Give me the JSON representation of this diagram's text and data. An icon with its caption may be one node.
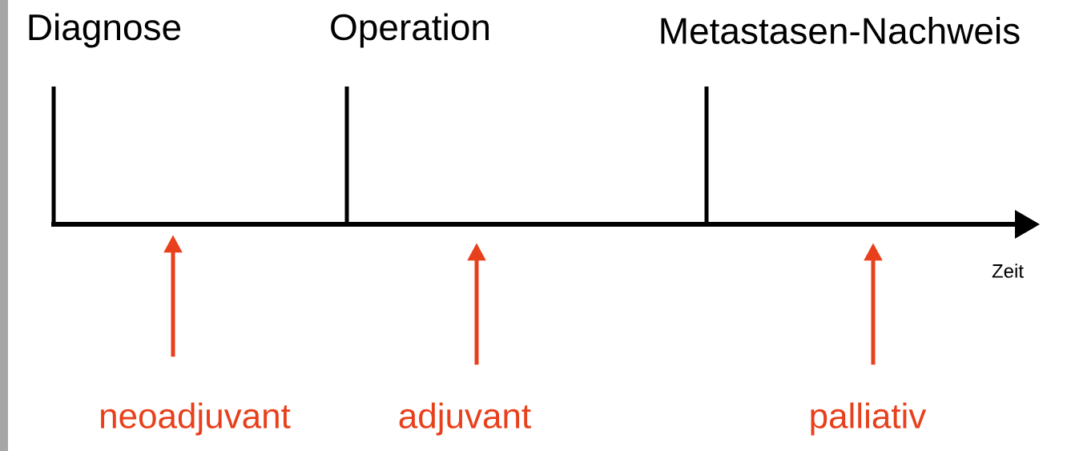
{
  "diagram": {
    "nodes": [
      {
        "text": [],
        "shape": "bar"
      },
      {
        "text": [
          "neoadjuvant"
        ]
      },
      {
        "text": [
          "adjuvant"
        ]
      },
      {
        "text": [
          "palliativ"
        ]
      }
    ],
    "edges": [
      {
        "from": 1,
        "to": 0,
        "arrow": "to"
      },
      {
        "from": 2,
        "to": 0,
        "arrow": "to"
      },
      {
        "from": 3,
        "to": 0,
        "arrow": "to"
      }
    ],
    "labels": [
      "Diagnose",
      "Operation",
      "Metastasen-Nachweis",
      "Zeit"
    ]
  }
}
